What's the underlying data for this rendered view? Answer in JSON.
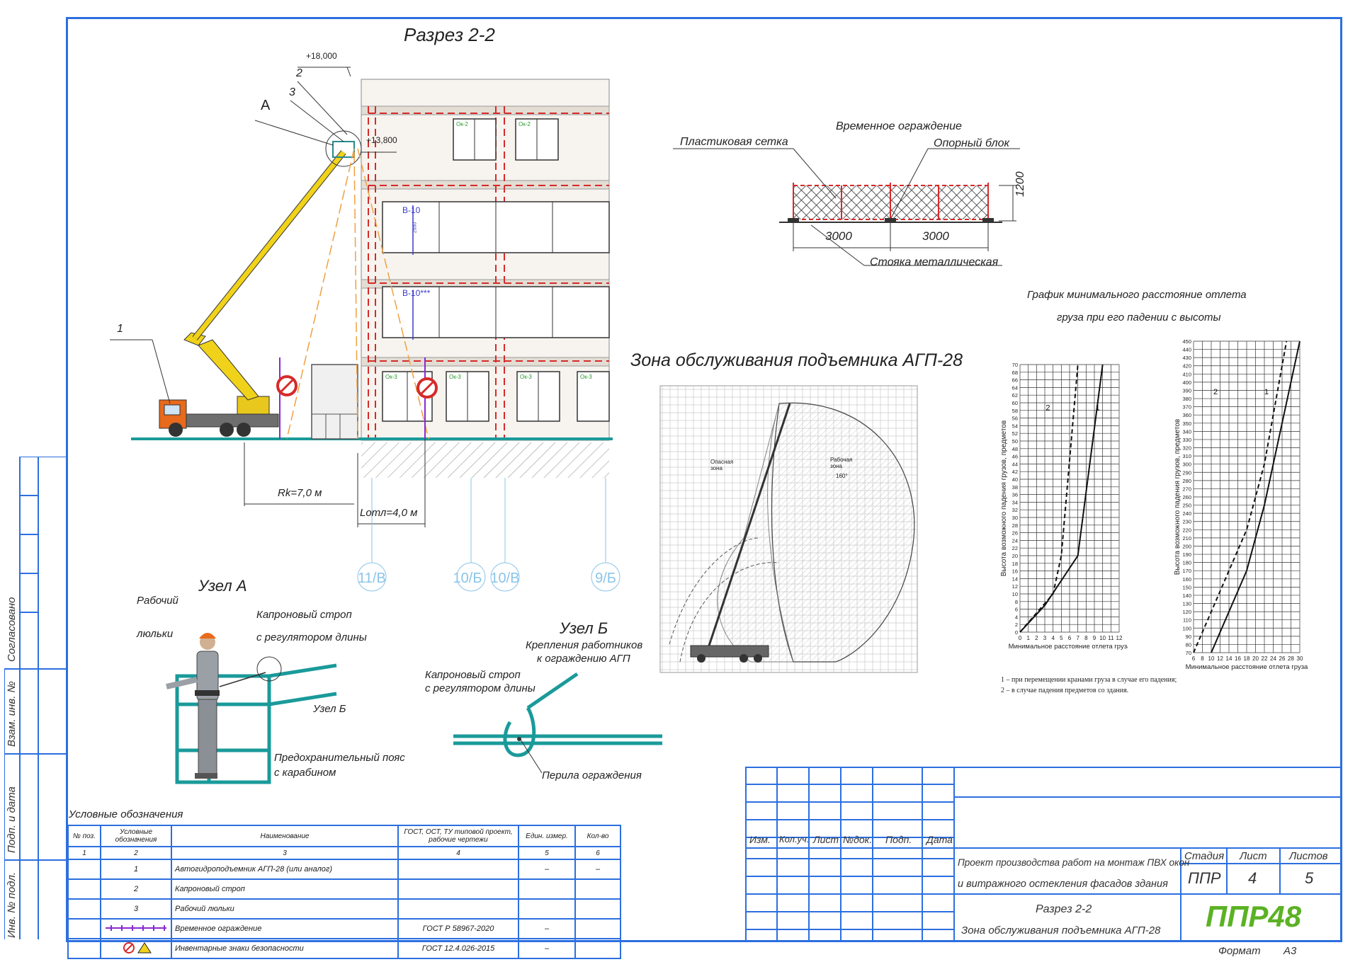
{
  "section": {
    "title": "Разрез 2-2",
    "elev_top": "+18,000",
    "elev_cradle": "+13,800",
    "callouts": [
      "1",
      "2",
      "3"
    ],
    "node_a_letter": "А",
    "rk": "Rk=7,0 м",
    "lotl": "Lотл=4,0 м",
    "axes": [
      "11/В",
      "10/Б",
      "10/В",
      "9/Б"
    ],
    "window_marks": [
      "В-10",
      "В-10***",
      "Ок-2",
      "Ок-2",
      "Ок-3",
      "Ок-3",
      "Ок-3",
      "Ок-3"
    ],
    "dim_window": "2550"
  },
  "fence": {
    "title": "Временное ограждение",
    "mesh_label": "Пластиковая сетка",
    "block_label": "Опорный блок",
    "stand_label": "Стояка металлическая",
    "span1": "3000",
    "span2": "3000",
    "height": "1200"
  },
  "zone": {
    "title": "Зона обслуживания подъемника АГП-28",
    "danger_label": "Опасная зона",
    "work_label": "Рабочая зона",
    "work_angle": "160°"
  },
  "graph": {
    "title_line1": "График минимального расстояние отлета",
    "title_line2": "груза при его падении с высоты",
    "note1": "1 – при перемещении кранами груза в случае его падения;",
    "note2": "2 – в случае падения предметов со здания."
  },
  "chart_data": [
    {
      "type": "line",
      "xlabel": "Минимальное расстояние отлета груза",
      "ylabel": "Высота возможного падения грузов, предметов",
      "xlim": [
        0,
        12
      ],
      "ylim": [
        0,
        70
      ],
      "x_ticks": [
        0,
        1,
        2,
        3,
        4,
        5,
        6,
        7,
        8,
        9,
        10,
        11,
        12
      ],
      "y_ticks": [
        0,
        2,
        4,
        6,
        8,
        10,
        12,
        14,
        16,
        18,
        20,
        22,
        24,
        26,
        28,
        30,
        32,
        34,
        36,
        38,
        40,
        42,
        44,
        46,
        48,
        50,
        52,
        54,
        56,
        58,
        60,
        62,
        64,
        66,
        68,
        70
      ],
      "series": [
        {
          "name": "1",
          "style": "solid",
          "points": [
            [
              0,
              0
            ],
            [
              3,
              7
            ],
            [
              7,
              20
            ],
            [
              10,
              70
            ]
          ]
        },
        {
          "name": "2",
          "style": "dashed",
          "points": [
            [
              0,
              0
            ],
            [
              4,
              10
            ],
            [
              5,
              20
            ],
            [
              7,
              70
            ]
          ]
        }
      ]
    },
    {
      "type": "line",
      "xlabel": "Минимальное расстояние отлета груза",
      "ylabel": "Высота возможного падения грузов, предметов",
      "xlim": [
        6,
        30
      ],
      "ylim": [
        70,
        450
      ],
      "x_ticks": [
        6,
        8,
        10,
        12,
        14,
        16,
        18,
        20,
        22,
        24,
        26,
        28,
        30
      ],
      "y_ticks": [
        70,
        80,
        90,
        100,
        110,
        120,
        130,
        140,
        150,
        160,
        170,
        180,
        190,
        200,
        210,
        220,
        230,
        240,
        250,
        260,
        270,
        280,
        290,
        300,
        310,
        320,
        330,
        340,
        350,
        360,
        370,
        380,
        390,
        400,
        410,
        420,
        430,
        440,
        450
      ],
      "series": [
        {
          "name": "1",
          "style": "solid",
          "points": [
            [
              10,
              70
            ],
            [
              14,
              120
            ],
            [
              18,
              170
            ],
            [
              22,
              250
            ],
            [
              26,
              350
            ],
            [
              30,
              450
            ]
          ]
        },
        {
          "name": "2",
          "style": "dashed",
          "points": [
            [
              6,
              70
            ],
            [
              10,
              120
            ],
            [
              14,
              170
            ],
            [
              18,
              220
            ],
            [
              22,
              300
            ],
            [
              27,
              450
            ]
          ]
        }
      ]
    }
  ],
  "node_a": {
    "title": "Узел А",
    "worker_label_1": "Рабочий",
    "worker_label_2": "люльки",
    "strap_label_1": "Капроновый строп",
    "strap_label_2": "с регулятором длины",
    "node_b_ref": "Узел Б",
    "belt_label_1": "Предохранительный пояс",
    "belt_label_2": "с карабином"
  },
  "node_b": {
    "title": "Узел Б",
    "subtitle_1": "Крепления работников",
    "subtitle_2": "к ограждению АГП",
    "strap_label_1": "Капроновый строп",
    "strap_label_2": "с регулятором длины",
    "rail_label": "Перила ограждения"
  },
  "legend": {
    "title": "Условные обозначения",
    "headers": [
      "№ поз.",
      "Условные обозначения",
      "Наименование",
      "ГОСТ, ОСТ, ТУ типовой проект, рабочие чертежи",
      "Един. измер.",
      "Кол-во"
    ],
    "header_nums": [
      "1",
      "2",
      "3",
      "4",
      "5",
      "6"
    ],
    "rows": [
      {
        "pos": "",
        "sym": "1",
        "name": "Автогидроподъемник АГП-28 (или аналог)",
        "gost": "",
        "unit": "–",
        "qty": "–"
      },
      {
        "pos": "",
        "sym": "2",
        "name": "Капроновый строп",
        "gost": "",
        "unit": "",
        "qty": ""
      },
      {
        "pos": "",
        "sym": "3",
        "name": "Рабочий люльки",
        "gost": "",
        "unit": "",
        "qty": ""
      },
      {
        "pos": "",
        "sym": "",
        "name": "Временное ограждение",
        "gost": "ГОСТ Р 58967-2020",
        "unit": "–",
        "qty": ""
      },
      {
        "pos": "",
        "sym": "",
        "name": "Инвентарные знаки безопасности",
        "gost": "ГОСТ 12.4.026-2015",
        "unit": "–",
        "qty": ""
      }
    ]
  },
  "side_stamp": [
    "Согласовано",
    "Взам. инв. №",
    "Подп. и дата",
    "Инв. № подл."
  ],
  "title_block": {
    "col_headers": [
      "Изм.",
      "Кол.уч.",
      "Лист",
      "№док.",
      "Подп.",
      "Дата"
    ],
    "project_line1": "Проект производства работ на монтаж ПВХ окон",
    "project_line2": "и витражного остекления фасадов здания",
    "sheet_title_1": "Разрез 2-2",
    "sheet_title_2": "Зона обслуживания подъемника АГП-28",
    "stage_label": "Стадия",
    "sheet_label": "Лист",
    "sheets_label": "Листов",
    "stage": "ППР",
    "sheet": "4",
    "sheets": "5",
    "logo": "ППР48",
    "format_label": "Формат",
    "format": "А3"
  }
}
